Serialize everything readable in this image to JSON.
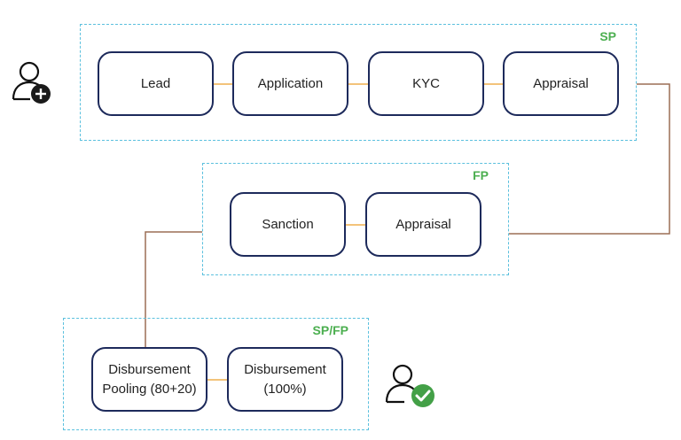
{
  "groups": {
    "sp": {
      "tag": "SP",
      "nodes": [
        "Lead",
        "Application",
        "KYC",
        "Appraisal"
      ]
    },
    "fp": {
      "tag": "FP",
      "nodes": [
        "Sanction",
        "Appraisal"
      ]
    },
    "spfp": {
      "tag": "SP/FP",
      "nodes": [
        "Disbursement\nPooling (80+20)",
        "Disbursement\n(100%)"
      ]
    }
  },
  "icons": {
    "start": "user-add-icon",
    "end": "user-check-icon"
  },
  "colors": {
    "node_border": "#1d2a5b",
    "group_border": "#5bc0de",
    "group_tag": "#4caf50",
    "intra_link": "#f3c37a",
    "inter_link": "#9b6f55",
    "check_badge": "#43a047",
    "plus_badge": "#1a1a1a"
  }
}
